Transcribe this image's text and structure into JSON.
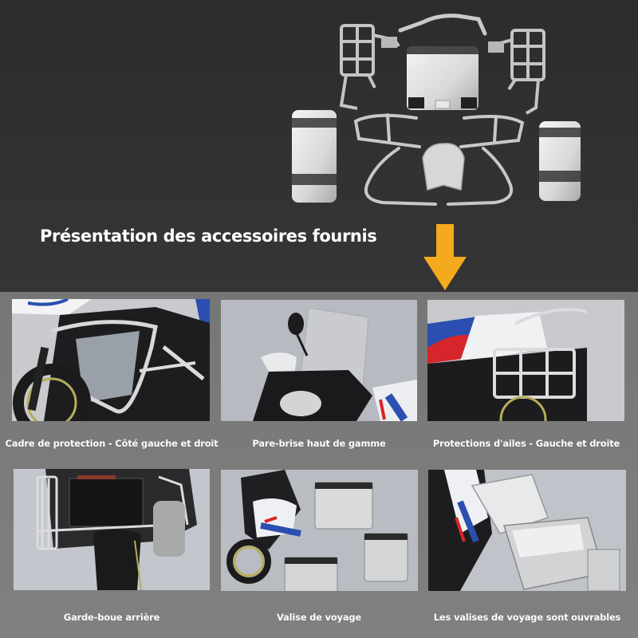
{
  "header": {
    "headline": "Présentation des accessoires fournis",
    "arrow_icon": "arrow-down-icon",
    "arrow_color": "#F5A91C"
  },
  "accessories_image": {
    "description": "Accessories laid out: two side racks, top rack bar, top case, two side cases, two crash bars, windscreen"
  },
  "gallery": {
    "items": [
      {
        "label": "Cadre de protection - Côté gauche et droit",
        "subject": "crash-bar-photo"
      },
      {
        "label": "Pare-brise haut de gamme",
        "subject": "windscreen-photo"
      },
      {
        "label": "Protections d'ailes - Gauche et droite",
        "subject": "side-rack-photo"
      },
      {
        "label": "Garde-boue arrière",
        "subject": "rear-mudguard-photo"
      },
      {
        "label": "Valise de voyage",
        "subject": "travel-case-photo"
      },
      {
        "label": "Les valises de voyage sont ouvrables",
        "subject": "open-case-photo"
      }
    ]
  },
  "colors": {
    "top_background": "#303030",
    "bottom_background": "#7a7a7a",
    "caption_text": "#ffffff",
    "accent_blue": "#2a4fb0",
    "accent_red": "#d6262b"
  }
}
